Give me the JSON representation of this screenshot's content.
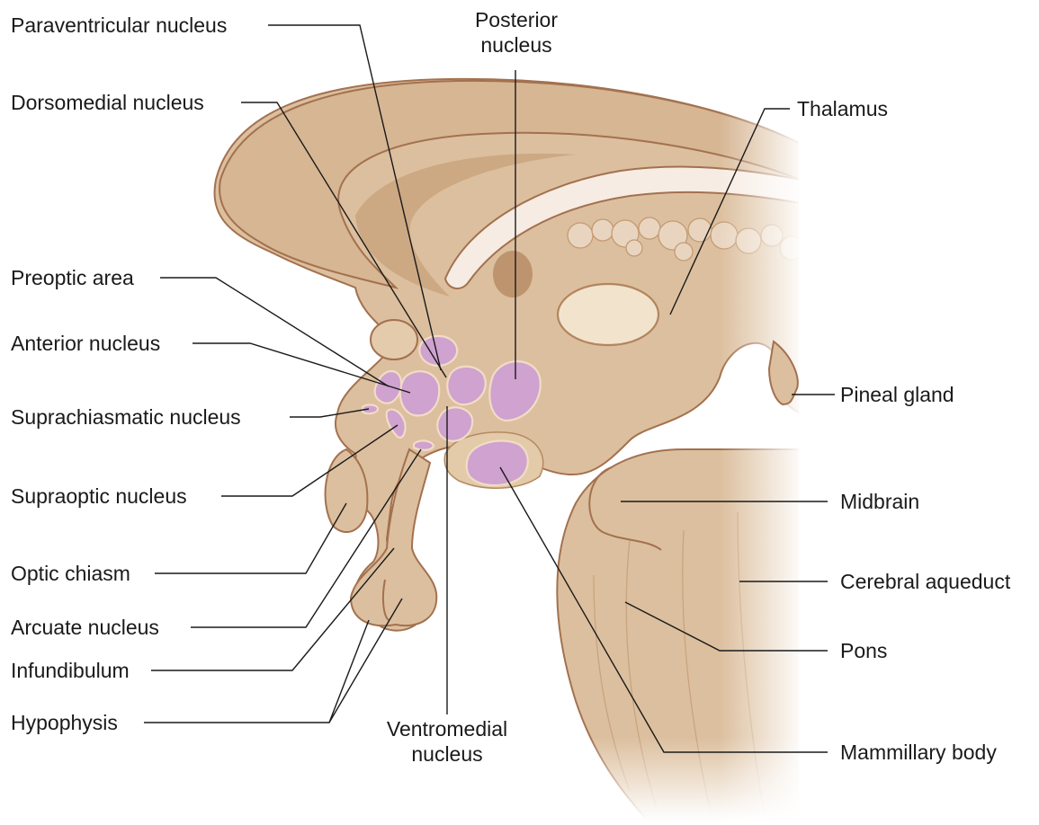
{
  "labels": {
    "paraventricular": "Paraventricular nucleus",
    "posterior": "Posterior nucleus",
    "dorsomedial": "Dorsomedial nucleus",
    "thalamus": "Thalamus",
    "preoptic": "Preoptic area",
    "anterior": "Anterior nucleus",
    "suprachiasmatic": "Suprachiasmatic nucleus",
    "pineal": "Pineal gland",
    "supraoptic": "Supraoptic nucleus",
    "midbrain": "Midbrain",
    "optic_chiasm": "Optic chiasm",
    "cerebral_aqueduct": "Cerebral aqueduct",
    "arcuate": "Arcuate nucleus",
    "pons": "Pons",
    "infundibulum": "Infundibulum",
    "hypophysis": "Hypophysis",
    "ventromedial": "Ventromedial nucleus",
    "mammillary": "Mammillary body"
  },
  "colors": {
    "tissue": "#dcbf9e",
    "tissue_light": "#e8d2b8",
    "tissue_dark": "#c9a47f",
    "outline": "#a3714f",
    "nucleus": "#cfa2cf",
    "fornix": "#f7ece3",
    "leader_line": "#1a1a1a"
  }
}
